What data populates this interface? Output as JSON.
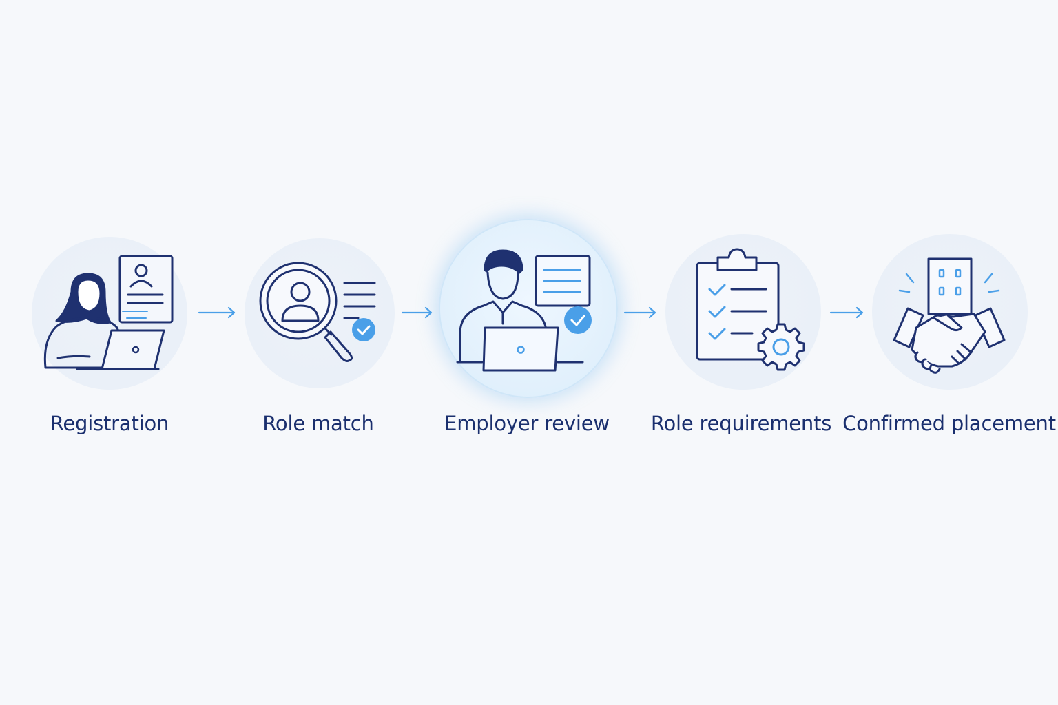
{
  "colors": {
    "primary_stroke": "#1f3170",
    "accent": "#4a9fe8",
    "label": "#1a2f6e",
    "background": "#f6f8fb"
  },
  "steps": [
    {
      "label": "Registration",
      "icon": "person-laptop-resume-icon",
      "active": false
    },
    {
      "label": "Role match",
      "icon": "magnifier-profile-check-icon",
      "active": false
    },
    {
      "label": "Employer review",
      "icon": "reviewer-laptop-check-icon",
      "active": true
    },
    {
      "label": "Role requirements",
      "icon": "clipboard-checklist-gear-icon",
      "active": false
    },
    {
      "label": "Confirmed placement",
      "icon": "handshake-building-icon",
      "active": false
    }
  ]
}
